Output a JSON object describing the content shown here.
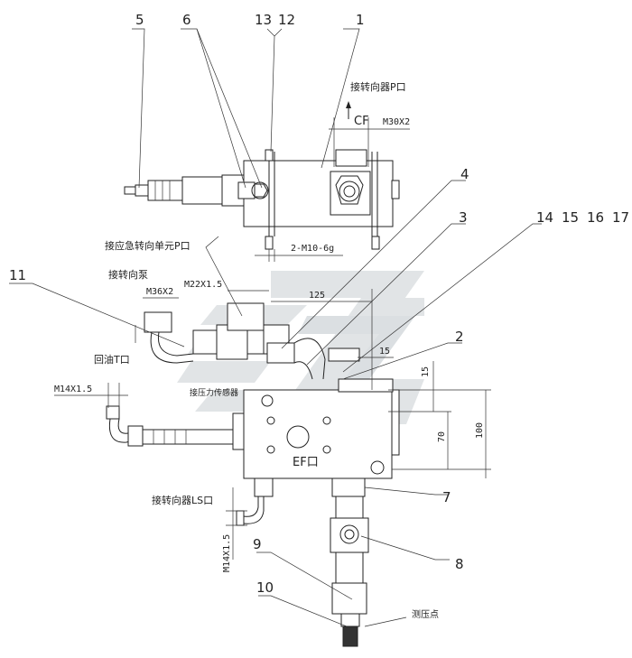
{
  "part_numbers": {
    "p1": "1",
    "p2": "2",
    "p3": "3",
    "p4": "4",
    "p5": "5",
    "p6": "6",
    "p7": "7",
    "p8": "8",
    "p9": "9",
    "p10": "10",
    "p11": "11",
    "p12": "12",
    "p13": "13",
    "p14": "14",
    "p15": "15",
    "p16": "16",
    "p17": "17"
  },
  "labels": {
    "steering_p_port": "接转向器P口",
    "emergency_p_port": "接应急转向单元P口",
    "steering_pump": "接转向泵",
    "return_t_port": "回油T口",
    "pressure_sensor": "接压力传感器",
    "steering_ls_port": "接转向器LS口",
    "test_point": "测压点",
    "cf_port": "CF",
    "ef_port": "EF口"
  },
  "dimensions": {
    "thread_m30": "M30X2",
    "bolts": "2-M10-6g",
    "thread_m36": "M36X2",
    "thread_m22": "M22X1.5",
    "thread_m14_top": "M14X1.5",
    "thread_m14_bottom": "M14X1.5",
    "d125": "125",
    "d15_a": "15",
    "d15_b": "15",
    "d70": "70",
    "d100": "100"
  },
  "watermark": {
    "color": "#c9cfd3"
  }
}
